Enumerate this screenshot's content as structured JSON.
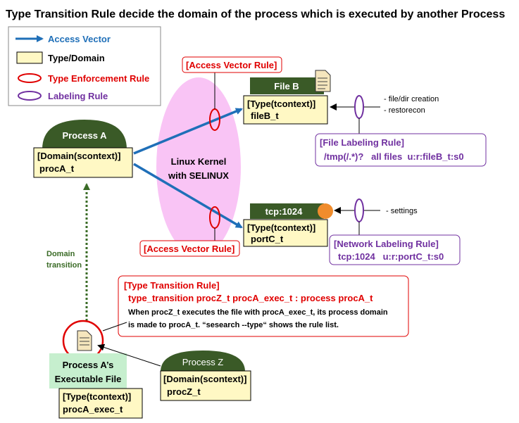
{
  "title": "Type Transition Rule decide the domain of the process which is executed by another Process",
  "legend": {
    "access_vector": "Access Vector",
    "type_domain": "Type/Domain",
    "type_enforcement_rule": "Type Enforcement Rule",
    "labeling_rule": "Labeling Rule"
  },
  "kernel": {
    "line1": "Linux Kernel",
    "line2": "with SELINUX"
  },
  "process_a": {
    "header": "Process A",
    "label": "[Domain(scontext)]",
    "value": "procA_t"
  },
  "file_b": {
    "header": "File B",
    "label": "[Type(tcontext)]",
    "value": "fileB_t"
  },
  "tcp": {
    "header": "tcp:1024",
    "label": "[Type(tcontext)]",
    "value": "portC_t"
  },
  "process_z": {
    "header": "Process Z",
    "label": "[Domain(scontext)]",
    "value": "procZ_t"
  },
  "exec_file": {
    "line1": "Process A’s",
    "line2": "Executable File",
    "label": "[Type(tcontext)]",
    "value": "procA_exec_t"
  },
  "access_vector_rule_top": "[Access Vector Rule]",
  "access_vector_rule_bottom": "[Access Vector Rule]",
  "file_notes": [
    "- file/dir creation",
    "- restorecon"
  ],
  "tcp_note": "- settings",
  "file_labeling_rule": {
    "title": "[File Labeling Rule]",
    "body": "/tmp(/.*)?   all files  u:r:fileB_t:s0"
  },
  "network_labeling_rule": {
    "title": "[Network Labeling Rule]",
    "body": "tcp:1024   u:r:portC_t:s0"
  },
  "domain_transition": {
    "line1": "Domain",
    "line2": "transition"
  },
  "type_transition_rule": {
    "title": "[Type Transition Rule]",
    "rule": "type_transition procZ_t procA_exec_t : process procA_t",
    "desc1": "When procZ_t executes the file with procA_exec_t, its process domain",
    "desc2": "is made to procA_t. “sesearch --type“ shows the rule list."
  },
  "colors": {
    "access_vector": "#1f6fb8",
    "type_box_fill": "#fff8c4",
    "type_enforcement": "#e00000",
    "labeling": "#7030a0",
    "header_dark": "#3a5a27",
    "kernel_fill": "#f9c4f5",
    "exec_fill": "#c6efce",
    "port_dot": "#f08c2c",
    "domain_transition": "#3a6b26"
  }
}
